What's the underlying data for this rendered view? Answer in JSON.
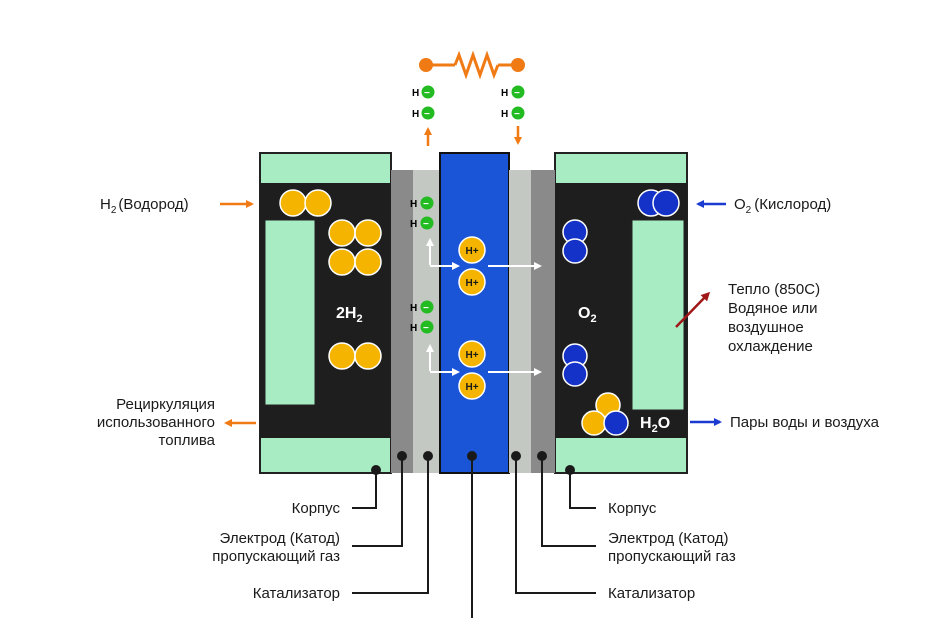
{
  "inputs": {
    "h2_prefix": "H",
    "h2_sub": "2",
    "h2_name": "(Водород)",
    "o2_prefix": "O",
    "o2_sub": "2",
    "o2_name": "(Кислород)"
  },
  "heat": {
    "line1": "Тепло (850С)",
    "line2": "Водяное или",
    "line3": "воздушное",
    "line4": "охлаждение"
  },
  "recycle": {
    "line1": "Рециркуляция",
    "line2": "использованного",
    "line3": "топлива"
  },
  "exhaust": {
    "label": "Пары воды и воздуха"
  },
  "chambers": {
    "anode_prefix": "2H",
    "anode_sub": "2",
    "cathode_prefix": "O",
    "cathode_sub": "2",
    "water_prefix": "H",
    "water_sub": "2",
    "water_suffix": "O"
  },
  "particles": {
    "hydrogen_symbol": "H",
    "electron_symbol": "−",
    "proton_symbol": "H+"
  },
  "left_labels": {
    "housing": "Корпус",
    "electrode_line1": "Электрод (Катод)",
    "electrode_line2": "пропускающий газ",
    "catalyst": "Катализатор"
  },
  "right_labels": {
    "housing": "Корпус",
    "electrode_line1": "Электрод (Катод)",
    "electrode_line2": "пропускающий газ",
    "catalyst": "Катализатор"
  },
  "colors": {
    "housing_fill": "#a8ecc4",
    "chamber_fill": "#1e1e1e",
    "electrolyte": "#1a55d8",
    "electrode_gray": "#8a8a8a",
    "catalyst_gray": "#c4c8c2",
    "hydrogen_molecule": "#f5b400",
    "oxygen_molecule": "#1432c8",
    "electron": "#22bb22",
    "orange_arrow": "#f07a14",
    "blue_arrow": "#1a3ad0",
    "red_arrow": "#a01818"
  },
  "icons": [
    "resistor-icon",
    "electron-icon",
    "proton-icon",
    "hydrogen-molecule-icon",
    "oxygen-molecule-icon",
    "water-molecule-icon"
  ]
}
